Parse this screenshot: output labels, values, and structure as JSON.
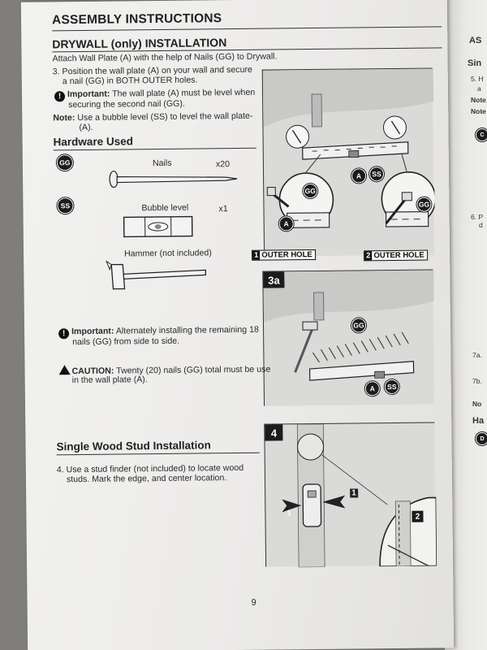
{
  "page_title": "ASSEMBLY INSTRUCTIONS",
  "section_drywall": {
    "heading": "DRYWALL (only) INSTALLATION",
    "intro": "Attach Wall Plate (A) with the help of Nails (GG) to Drywall.",
    "step3_line1": "3. Position the wall plate (A) on your wall and secure",
    "step3_line2": "a nail (GG) in BOTH OUTER holes.",
    "important_label": "Important:",
    "important_line1": "The wall plate (A) must be level when",
    "important_line2": "securing the second nail (GG).",
    "note_label": "Note:",
    "note_line1": "Use a bubble level (SS) to level the wall plate-",
    "note_line2": "(A)."
  },
  "hardware": {
    "heading": "Hardware Used",
    "items": [
      {
        "badge": "GG",
        "name": "Nails",
        "qty": "x20"
      },
      {
        "badge": "SS",
        "name": "Bubble level",
        "qty": "x1"
      },
      {
        "badge": "",
        "name": "Hammer (not included)",
        "qty": ""
      }
    ]
  },
  "figure3": {
    "step": "3",
    "badges": [
      "A",
      "SS",
      "GG",
      "A",
      "GG"
    ],
    "hole_left_num": "1",
    "hole_left_text": "OUTER HOLE",
    "hole_right_num": "2",
    "hole_right_text": "OUTER HOLE"
  },
  "figure3a": {
    "step": "3a",
    "badges": [
      "GG",
      "A",
      "SS"
    ],
    "important_label": "Important:",
    "important_line1": "Alternately installing the remaining 18",
    "important_line2": "nails (GG) from side to side.",
    "caution_label": "CAUTION:",
    "caution_line1": "Twenty (20) nails (GG) total must be use",
    "caution_line2": "in the wall plate (A)."
  },
  "section_stud": {
    "heading": "Single Wood Stud Installation",
    "step4_line1": "4. Use a stud finder (not included) to locate wood",
    "step4_line2": "studs. Mark the edge, and center location."
  },
  "figure4": {
    "step": "4",
    "arrow_left": "1",
    "arrow_right": "1",
    "callout": "2"
  },
  "page_number": "9",
  "right_page": {
    "fragments": [
      "AS",
      "Sin",
      "5. H",
      "a",
      "Note",
      "Note",
      "C",
      "6. P",
      "d",
      "7a.",
      "7b.",
      "No",
      "Ha",
      "D"
    ]
  },
  "colors": {
    "paper": "#efeeec",
    "ink": "#1c1c1c",
    "figure_bg": "#d9d9d7"
  }
}
